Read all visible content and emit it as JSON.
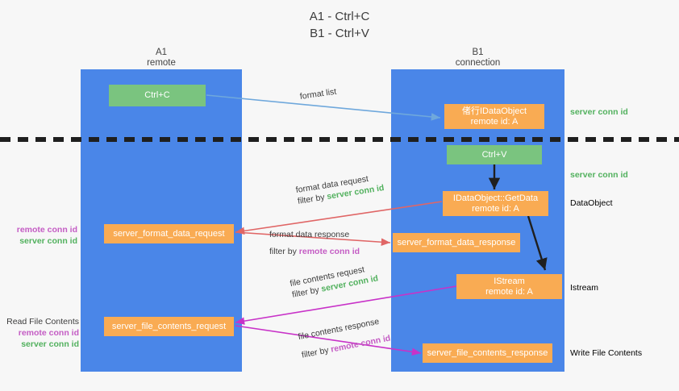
{
  "title": {
    "line1": "A1 - Ctrl+C",
    "line2": "B1 - Ctrl+V"
  },
  "lanes": [
    {
      "name": "A1",
      "sub": "remote"
    },
    {
      "name": "B1",
      "sub": "connection"
    }
  ],
  "boxes": {
    "ctrl_c": "Ctrl+C",
    "ctrl_v": "Ctrl+V",
    "idataobject": {
      "line1": "偖行IDataObject",
      "line2": "remote id: A"
    },
    "getdata": {
      "line1": "IDataObject::GetData",
      "line2": "remote id: A"
    },
    "istream": {
      "line1": "IStream",
      "line2": "remote id: A"
    },
    "fmt_req": "server_format_data_request",
    "fmt_resp": "server_format_data_response",
    "file_req": "server_file_contents_request",
    "file_resp": "server_file_contents_response"
  },
  "arrow_labels": {
    "format_list": "format list",
    "fmt_req_top": "format data request",
    "fmt_req_filter_prefix": "filter by ",
    "fmt_req_filter_key": "server conn id",
    "fmt_resp_top": "format data response",
    "fmt_resp_filter_prefix": "filter by ",
    "fmt_resp_filter_key": "remote conn id",
    "file_req_top": "file contents request",
    "file_req_filter_prefix": "filter by ",
    "file_req_filter_key": "server conn id",
    "file_resp_top": "file contents response",
    "file_resp_filter_prefix": "filter by ",
    "file_resp_filter_key": "remote conn id"
  },
  "side_left": {
    "pair1": {
      "remote": "remote conn id",
      "server": "server conn id"
    },
    "read_title": "Read File Contents",
    "pair2": {
      "remote": "remote conn id",
      "server": "server conn id"
    }
  },
  "side_right": {
    "server1": "server conn id",
    "server2": "server conn id",
    "dataobject": "DataObject",
    "istream": "Istream",
    "write": "Write File Contents"
  },
  "colors": {
    "lane": "#4a86e8",
    "orange": "#f9ab53",
    "green_box": "#7ac47f",
    "green_text": "#52b15e",
    "magenta_text": "#c45cc4",
    "blue_arrow": "#6fa8dc",
    "red_arrow": "#e06666",
    "magenta_arrow": "#c832c8",
    "dark_arrow": "#1f1f1f"
  }
}
